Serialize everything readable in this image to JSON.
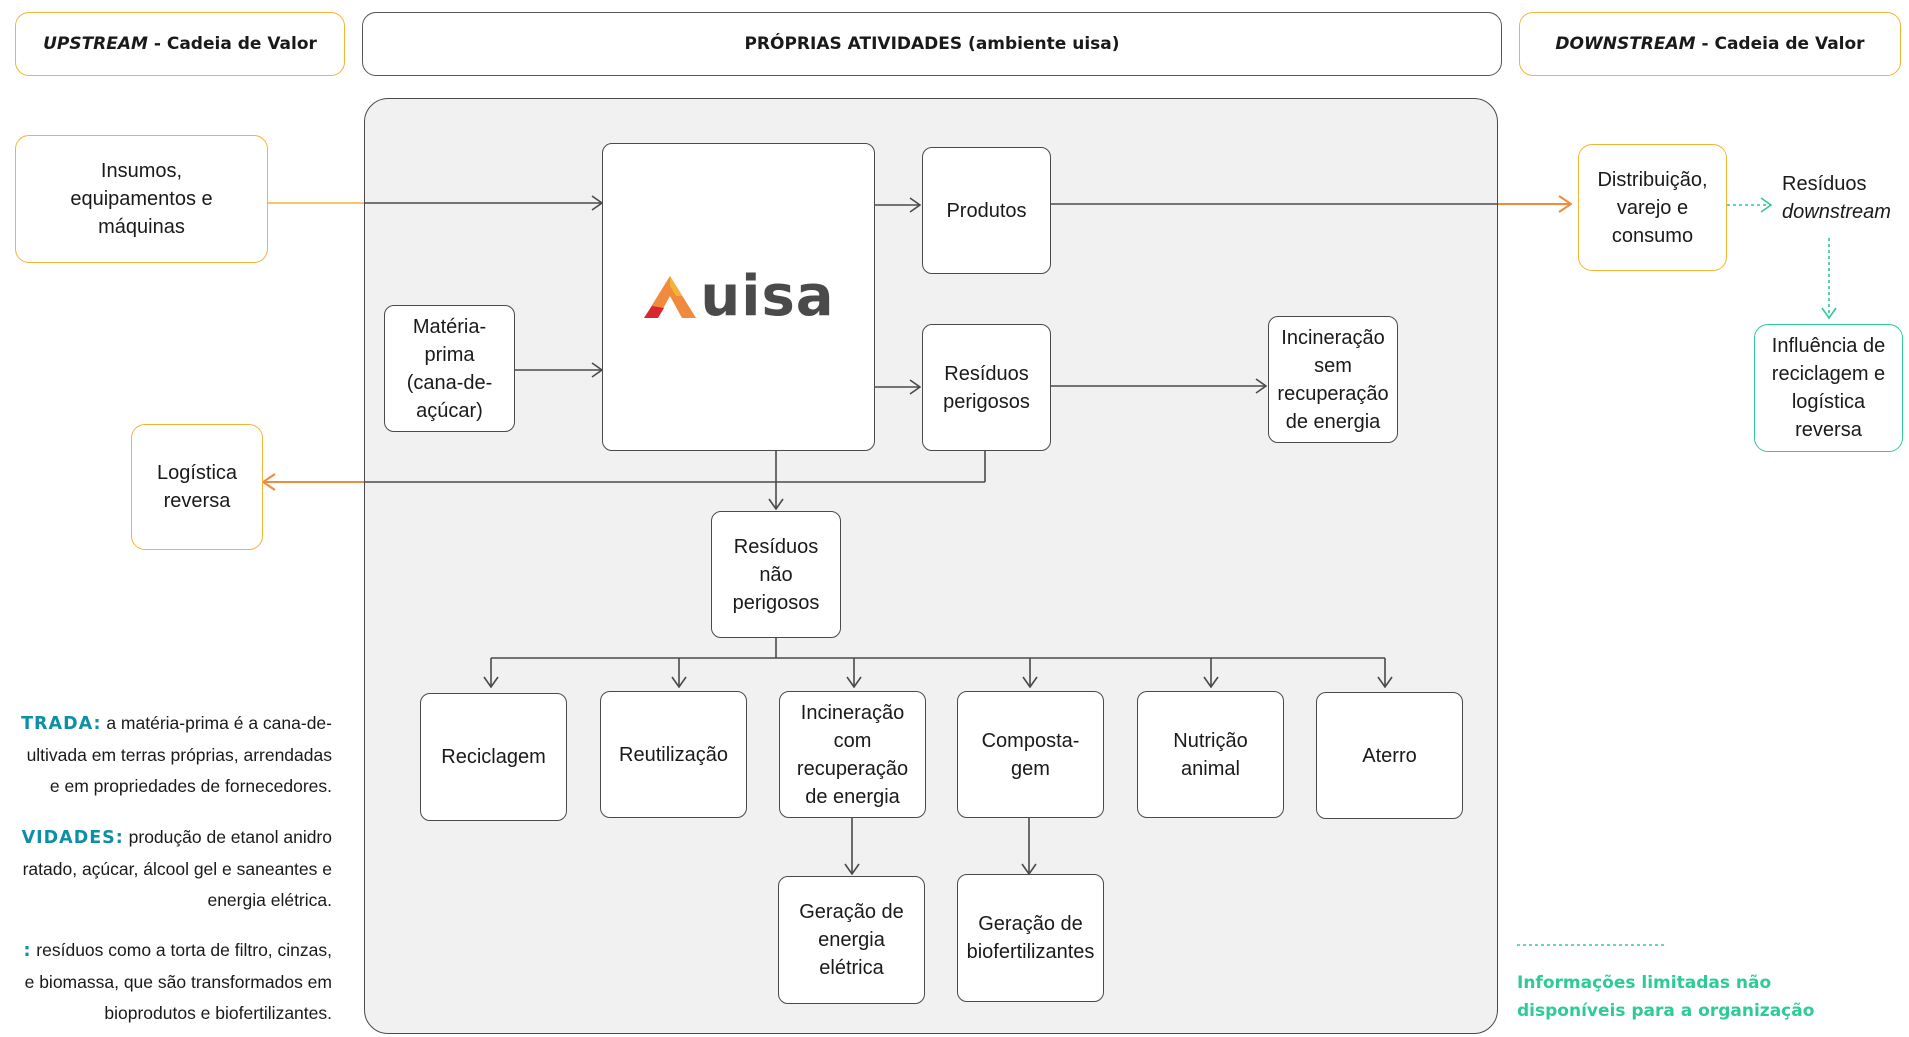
{
  "headers": {
    "upstream_em": "UPSTREAM",
    "upstream_rest": " - Cadeia de Valor",
    "own": "PRÓPRIAS ATIVIDADES (ambiente ",
    "own_brand": "uisa",
    "own_end": ")",
    "downstream_em": "DOWNSTREAM",
    "downstream_rest": " - Cadeia de Valor"
  },
  "boxes": {
    "insumos": "Insumos, equipamentos e máquinas",
    "logistica": "Logística reversa",
    "materia": "Matéria-prima (cana-de-açúcar)",
    "produtos": "Produtos",
    "res_perigosos": "Resíduos perigosos",
    "incineracao_sem": "Incineração sem recuperação de energia",
    "res_nao_perigosos": "Resíduos não perigosos",
    "reciclagem": "Reciclagem",
    "reutilizacao": "Reutilização",
    "incineracao_com": "Incineração com recuperação de energia",
    "compostagem": "Composta-gem",
    "nutricao": "Nutrição animal",
    "aterro": "Aterro",
    "geracao_energia": "Geração de energia elétrica",
    "geracao_bio": "Geração de biofertilizantes",
    "distribuicao": "Distribuição, varejo e consumo",
    "residuos_down_1": "Resíduos",
    "residuos_down_2": "downstream",
    "influencia": "Influência de reciclagem e logística reversa"
  },
  "logo": {
    "text": "uisa"
  },
  "notes": [
    {
      "label": "TRADA:",
      "text": " a matéria-prima é a cana-de-",
      "line2": "ultivada em terras próprias, arrendadas",
      "line3": "e em propriedades de fornecedores."
    },
    {
      "label": "VIDADES:",
      "text": " produção de etanol anidro",
      "line2": "ratado, açúcar, álcool gel e saneantes e",
      "line3": "energia elétrica."
    },
    {
      "label": ":",
      "text": " resíduos como a torta de filtro, cinzas,",
      "line2": "e biomassa, que são transformados em",
      "line3": "bioprodutos e biofertilizantes."
    }
  ],
  "legend": {
    "line1": "Informações limitadas não",
    "line2": "disponíveis para a organização"
  },
  "colors": {
    "orange": "#f5b335",
    "arrow_orange": "#f08a3c",
    "teal": "#2ecb94",
    "note_label": "#0e8fa8",
    "panel": "#f1f1f1"
  }
}
